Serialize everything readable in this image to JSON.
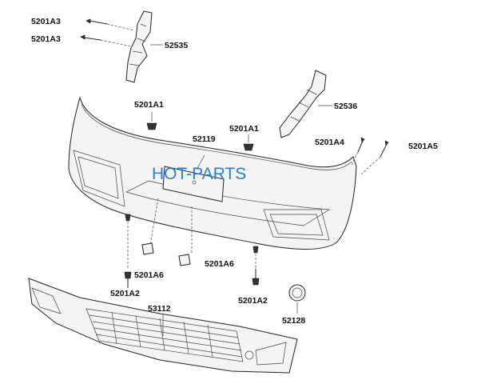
{
  "watermark": "HOT-PARTS",
  "callouts": {
    "bolt_upper_1": "5201A3",
    "bolt_upper_2": "5201A3",
    "bracket_left": "52535",
    "bracket_right": "52536",
    "clip_left": "5201A1",
    "clip_right": "5201A1",
    "plate_bracket": "52119",
    "screw_right_1": "5201A4",
    "screw_right_2": "5201A5",
    "retainer_left": "5201A6",
    "retainer_right": "5201A6",
    "screw_lower_left": "5201A2",
    "screw_lower_right": "5201A2",
    "grille": "53112",
    "cap": "52128"
  }
}
